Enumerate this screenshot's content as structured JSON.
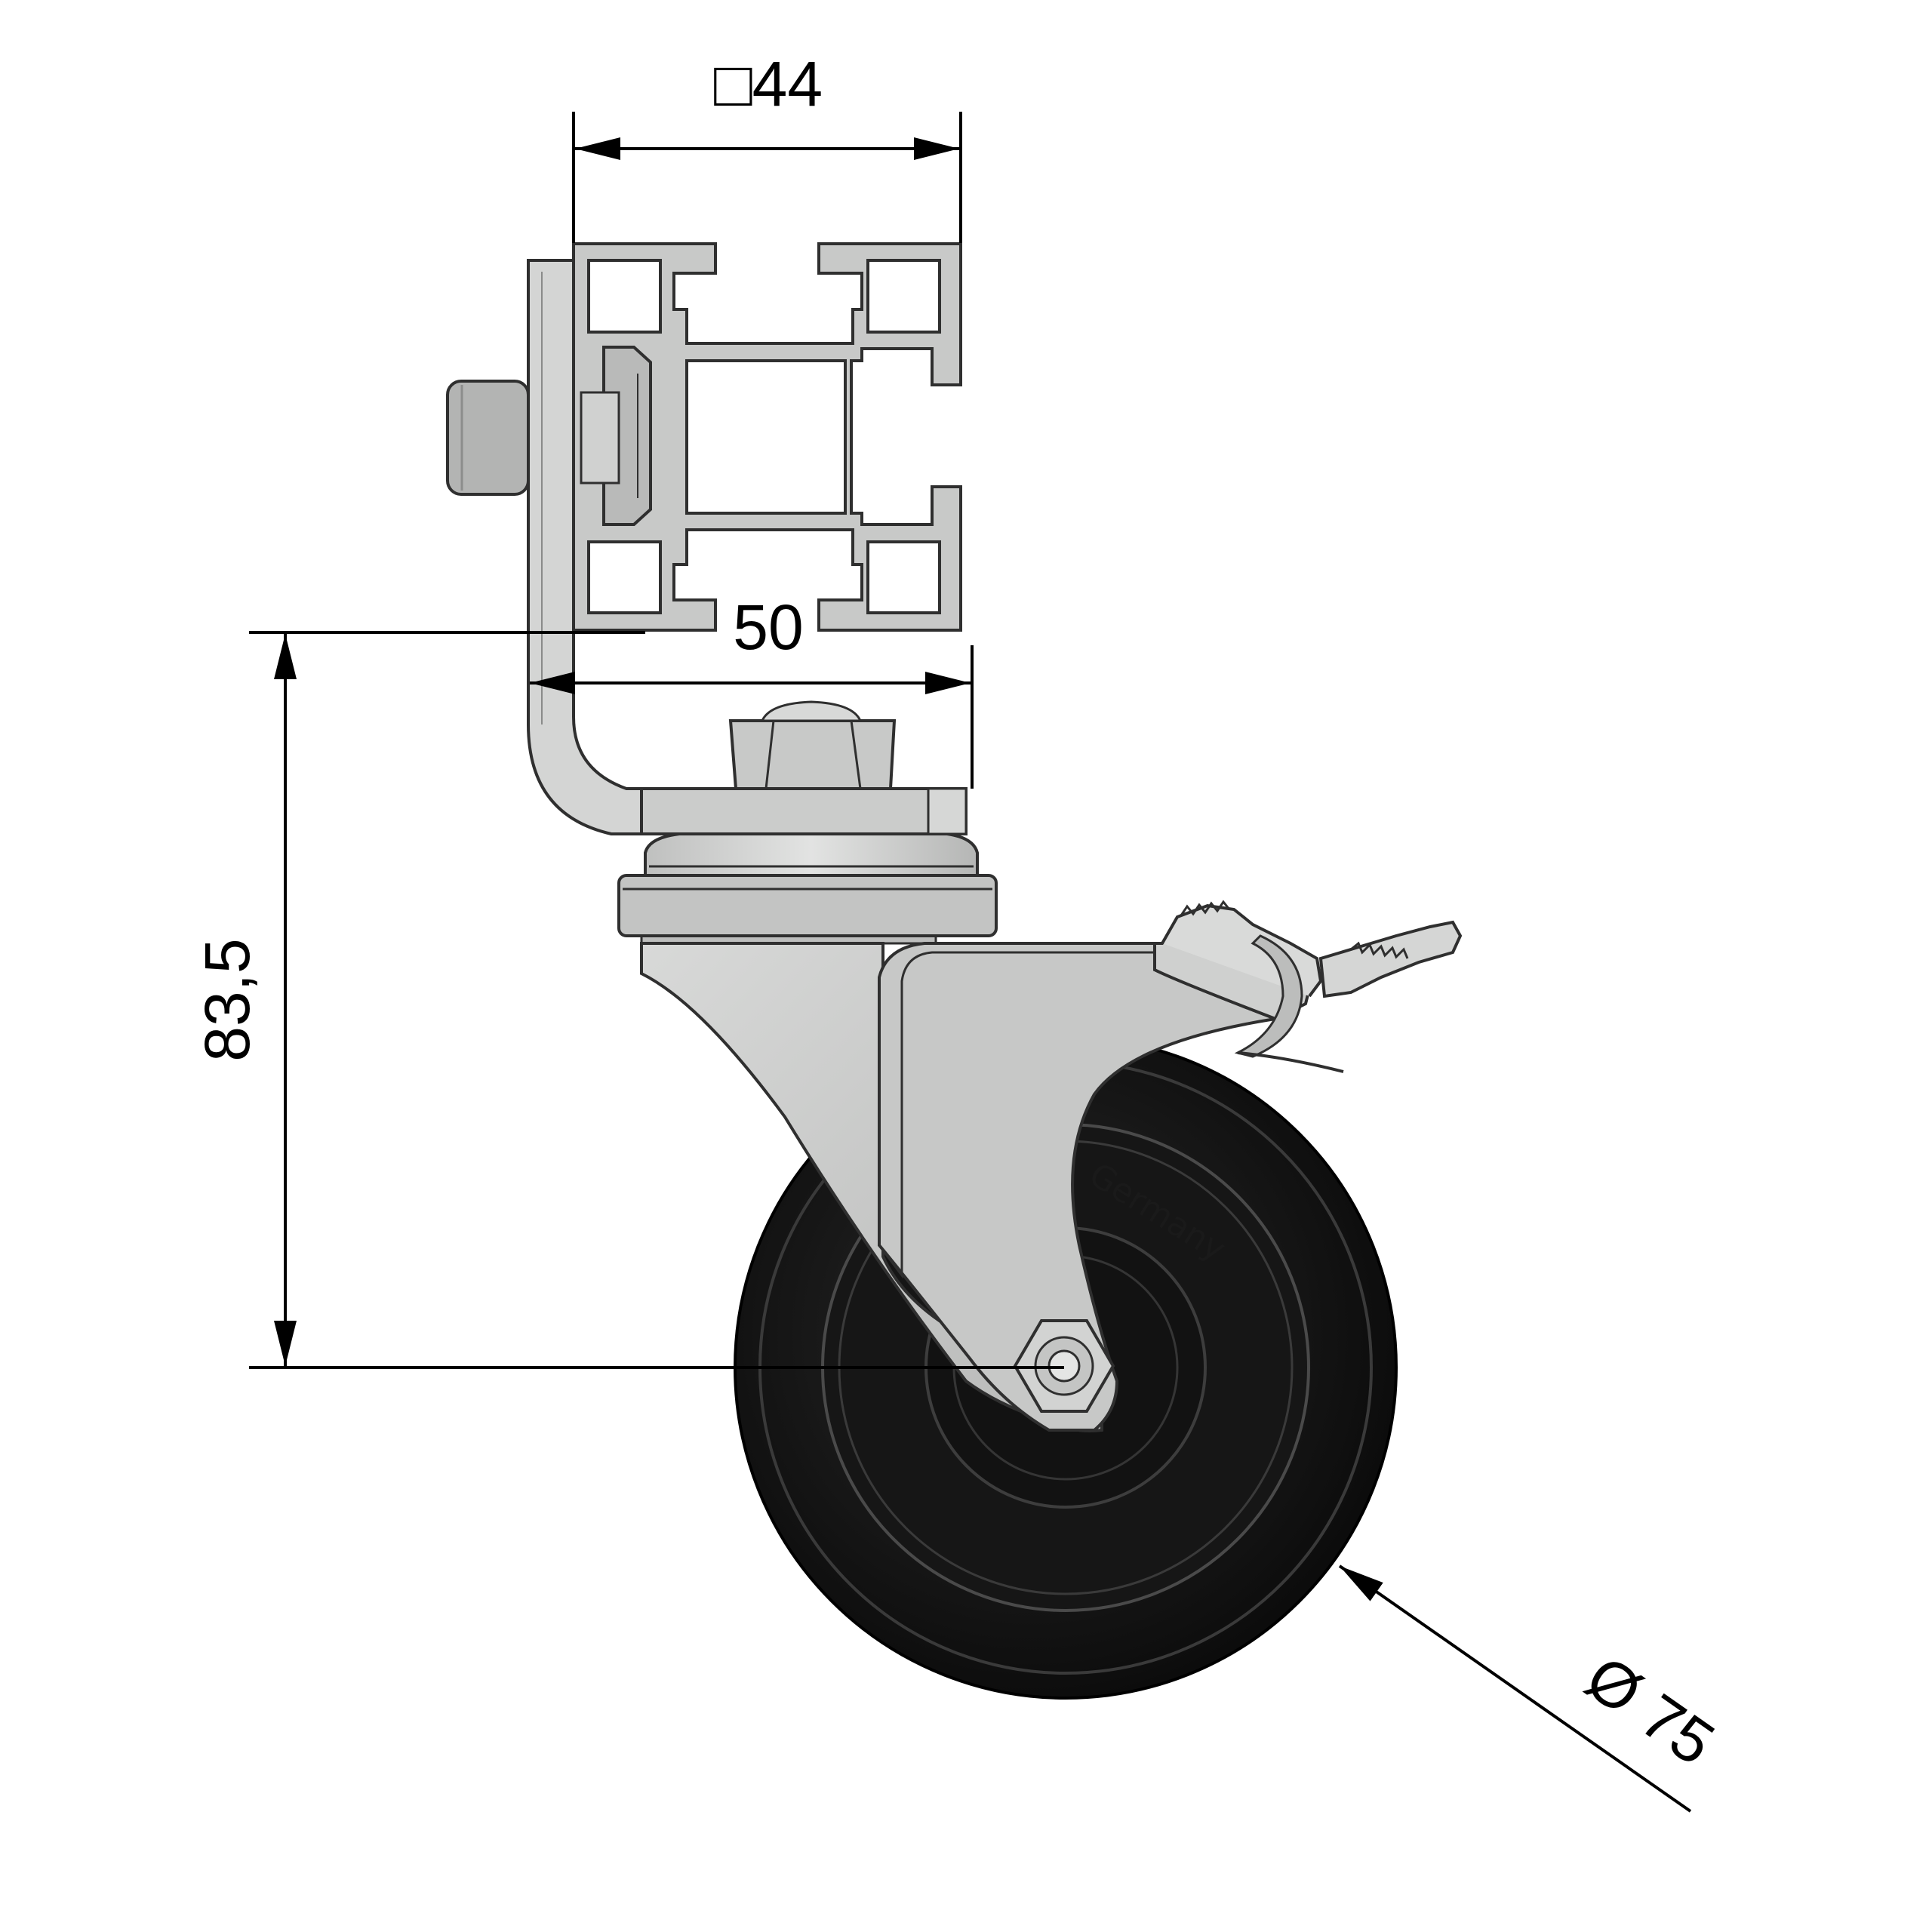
{
  "dimensions": {
    "profile_square": "□44",
    "bracket_width": "50",
    "axle_height": "83,5",
    "wheel_diameter": "Ø 75"
  },
  "wheel": {
    "imprint": "Germany"
  },
  "colors": {
    "metal": "#c9cac9",
    "metal_light": "#dcdddc",
    "metal_dark": "#a9aaa9",
    "outline": "#2f2f2f",
    "tyre": "#101010",
    "dimension": "#000000"
  }
}
